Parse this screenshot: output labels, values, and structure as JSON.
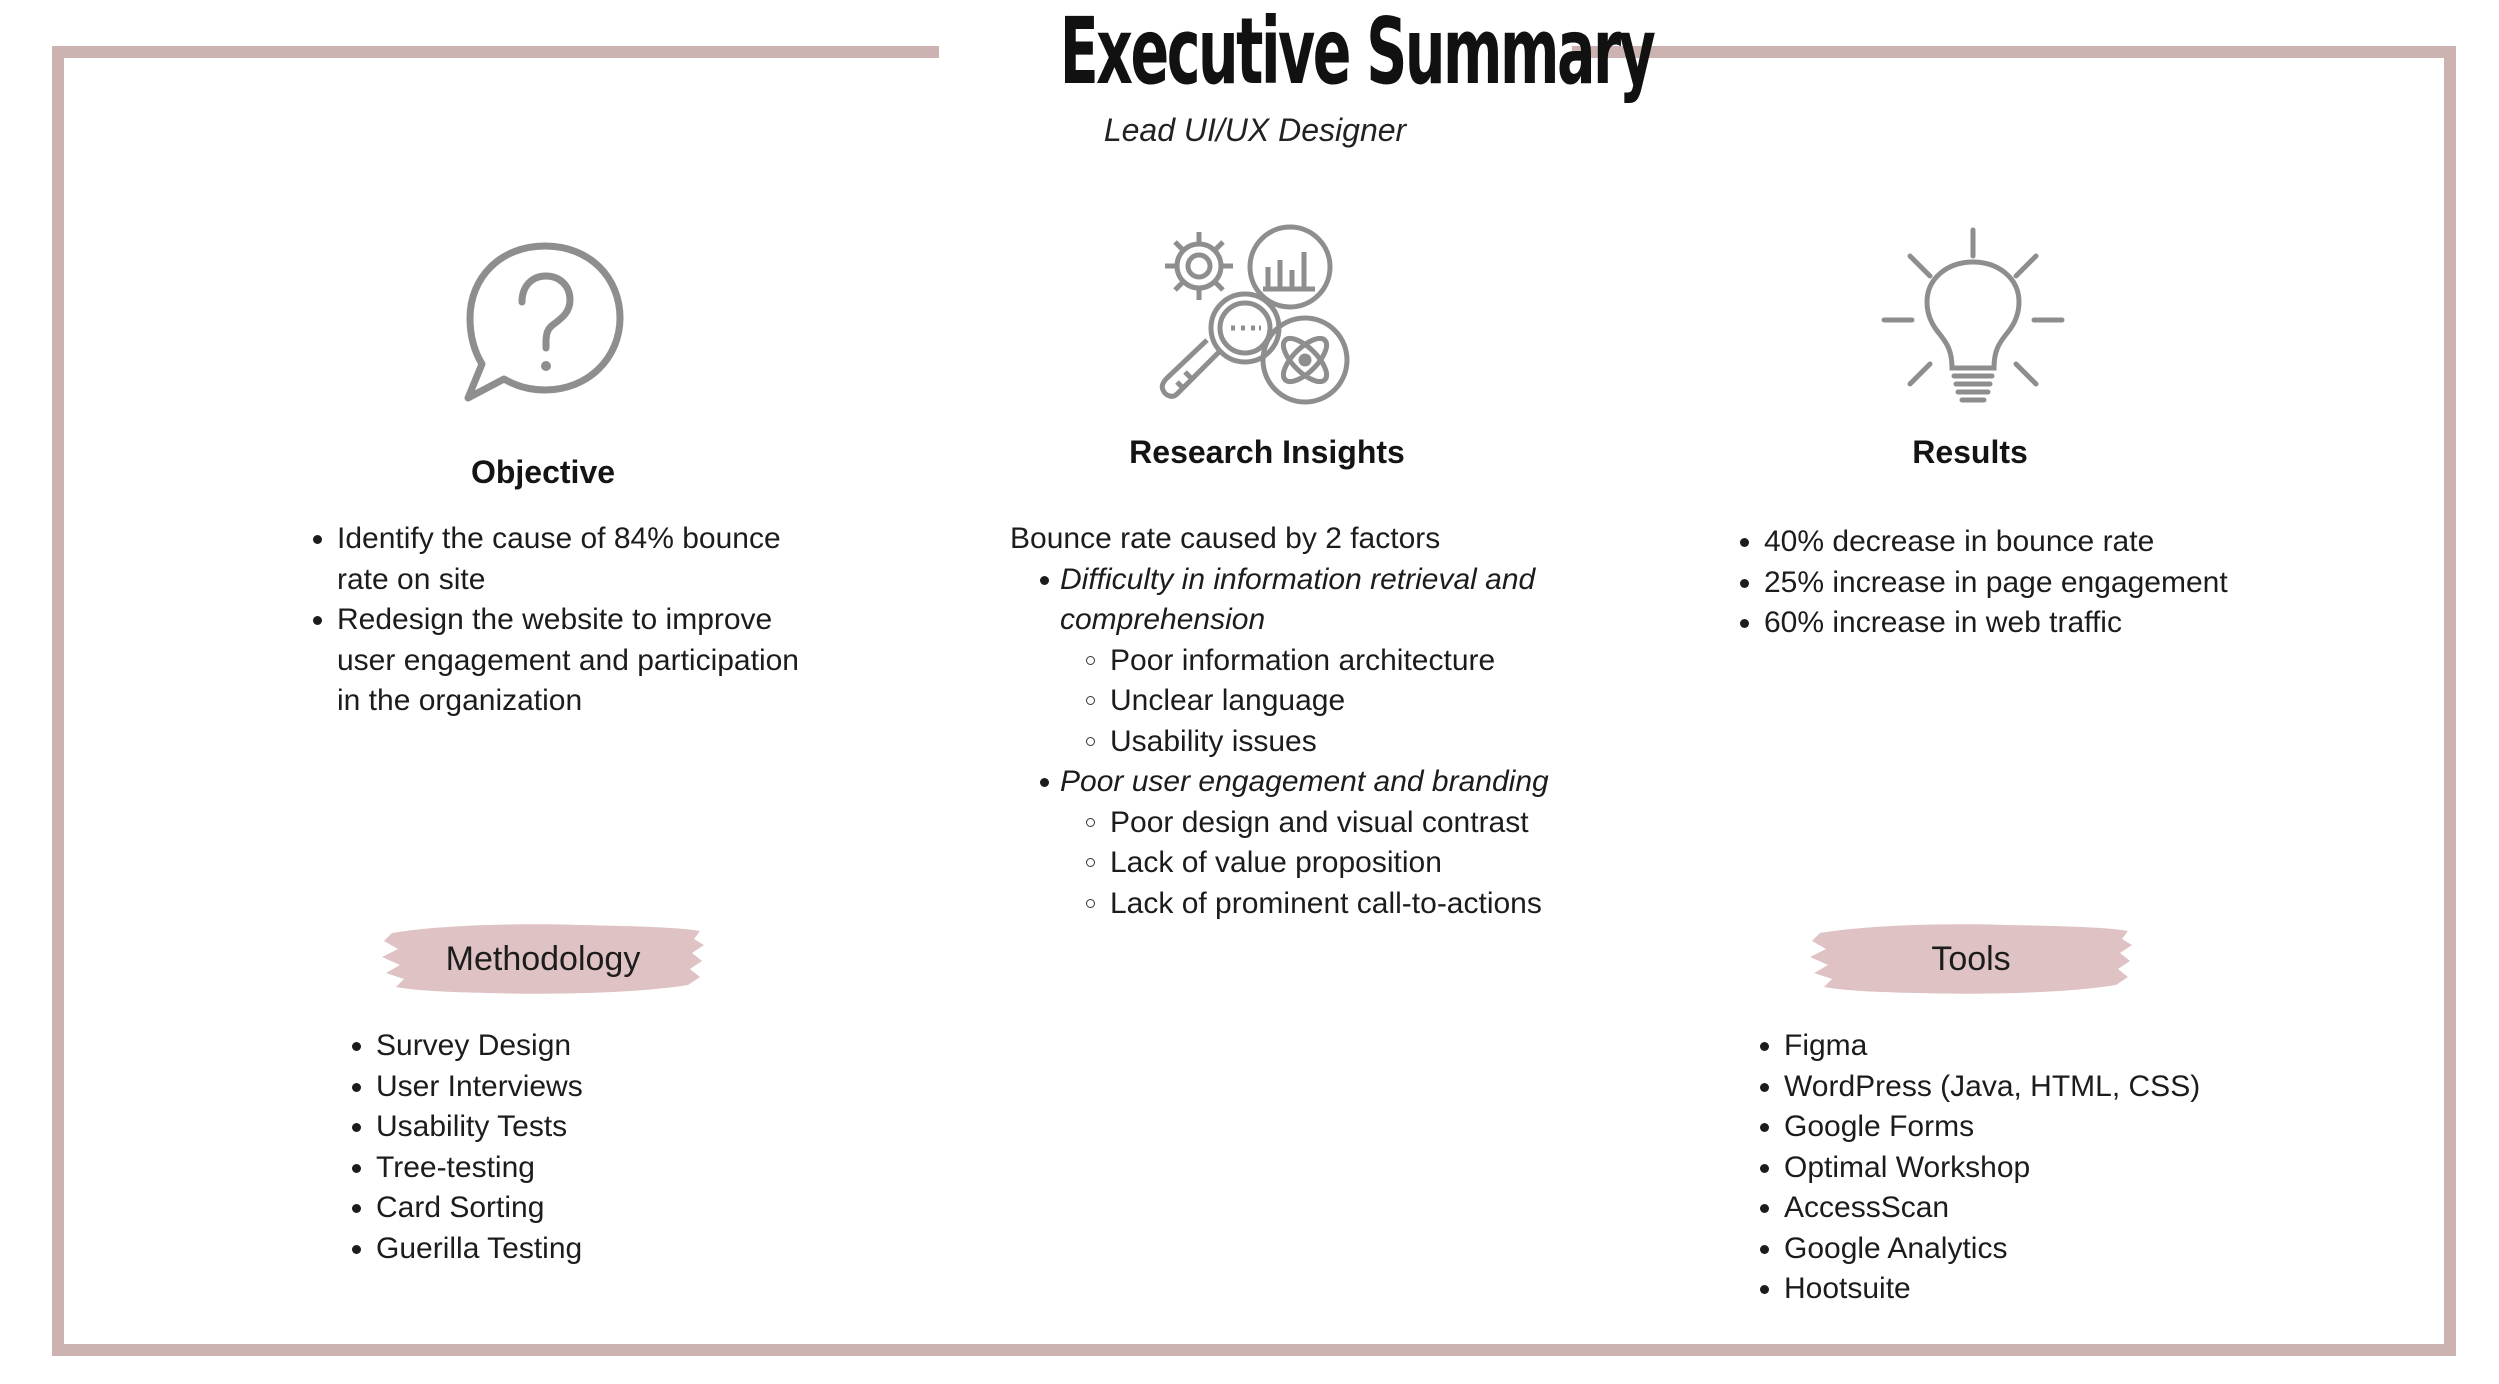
{
  "header": {
    "title": "Executive Summary",
    "subtitle": "Lead UI/UX Designer"
  },
  "colors": {
    "frame": "#cdb2b2",
    "brush": "#dfc2c4",
    "icon": "#8e8e8e"
  },
  "objective": {
    "icon": "question-speech-bubble-icon",
    "heading": "Objective",
    "items": [
      "Identify the cause of 84% bounce rate on site",
      "Redesign the website to improve user engagement and participation in the organization"
    ]
  },
  "research": {
    "icon": "research-analysis-icon",
    "heading": "Research Insights",
    "intro": "Bounce rate caused by 2 factors",
    "factors": [
      {
        "label": "Difficulty in information retrieval and comprehension",
        "items": [
          "Poor information architecture",
          "Unclear language",
          "Usability issues"
        ]
      },
      {
        "label": "Poor user engagement and branding",
        "items": [
          "Poor design and visual contrast",
          "Lack of value proposition",
          "Lack of prominent call-to-actions"
        ]
      }
    ]
  },
  "results": {
    "icon": "lightbulb-icon",
    "heading": "Results",
    "items": [
      "40% decrease in bounce rate",
      "25% increase in page engagement",
      "60% increase in web traffic"
    ]
  },
  "methodology": {
    "heading": "Methodology",
    "items": [
      "Survey Design",
      "User Interviews",
      "Usability Tests",
      "Tree-testing",
      "Card Sorting",
      "Guerilla Testing"
    ]
  },
  "tools": {
    "heading": "Tools",
    "items": [
      "Figma",
      "WordPress (Java, HTML, CSS)",
      "Google Forms",
      "Optimal Workshop",
      "AccessScan",
      "Google Analytics",
      "Hootsuite"
    ]
  }
}
